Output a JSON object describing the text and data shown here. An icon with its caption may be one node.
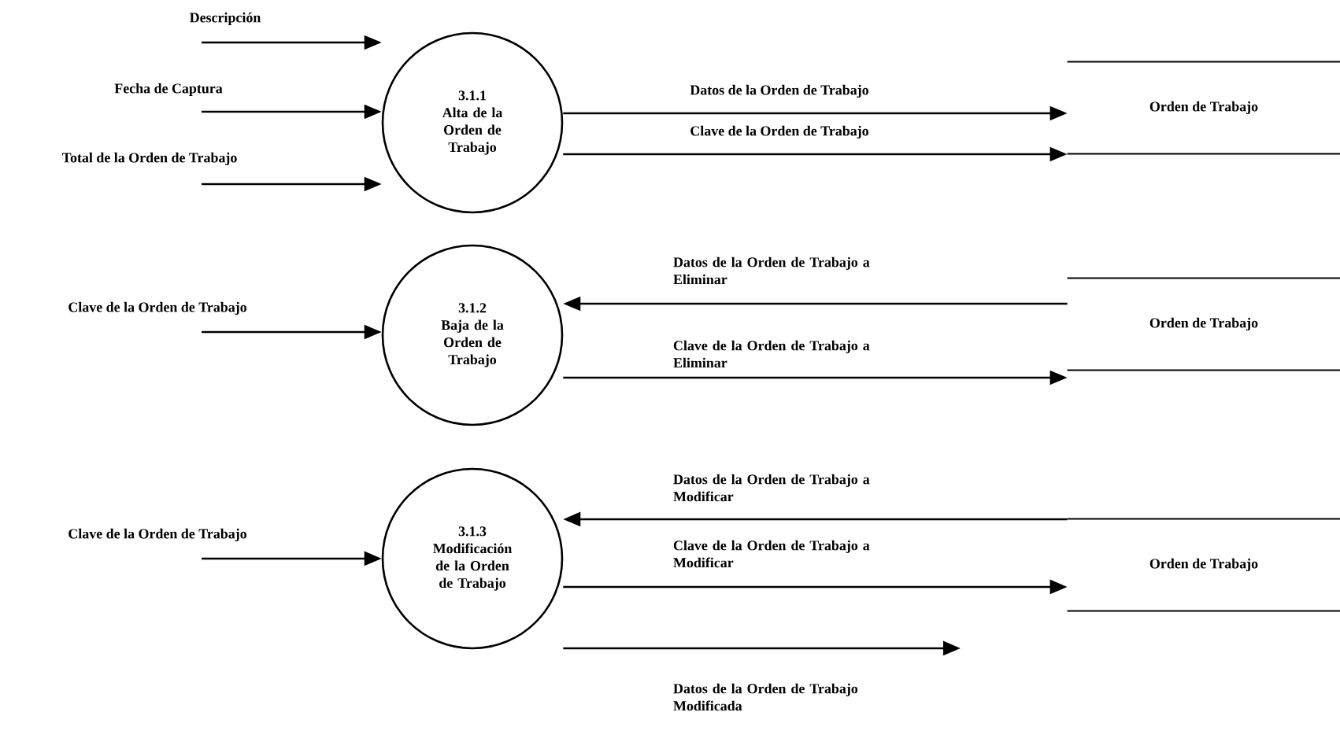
{
  "diagram": {
    "nodes": [
      {
        "text": [
          "3.1.1",
          "Alta de la Orden de Trabajo"
        ]
      },
      {
        "text": [
          "Orden de Trabajo"
        ]
      },
      {
        "text": [
          "3.1.2",
          "Baja de la Orden de Trabajo"
        ]
      },
      {
        "text": [
          "Orden de Trabajo"
        ]
      },
      {
        "text": [
          "3.1.3",
          "Modificación de la Orden de Trabajo"
        ]
      },
      {
        "text": [
          "Orden de Trabajo"
        ]
      }
    ],
    "edges": [
      {
        "from": null,
        "to": 0,
        "arrow": "to",
        "label": "Descripción"
      },
      {
        "from": null,
        "to": 0,
        "arrow": "to",
        "label": "Fecha de Captura"
      },
      {
        "from": null,
        "to": 0,
        "arrow": "to",
        "label": "Total de la Orden de Trabajo"
      },
      {
        "from": 0,
        "to": 1,
        "arrow": "to",
        "label": "Datos de la Orden de Trabajo"
      },
      {
        "from": 0,
        "to": 1,
        "arrow": "to",
        "label": "Clave de la Orden de Trabajo"
      },
      {
        "from": null,
        "to": 2,
        "arrow": "to",
        "label": "Clave de la Orden de Trabajo"
      },
      {
        "from": 3,
        "to": 2,
        "arrow": "to",
        "label": "Datos de la Orden de Trabajo a Eliminar"
      },
      {
        "from": 2,
        "to": 3,
        "arrow": "to",
        "label": "Clave de la Orden de Trabajo a Eliminar"
      },
      {
        "from": null,
        "to": 4,
        "arrow": "to",
        "label": "Clave de la Orden de Trabajo"
      },
      {
        "from": 5,
        "to": 4,
        "arrow": "to",
        "label": "Datos de la Orden de Trabajo a Modificar"
      },
      {
        "from": 4,
        "to": 5,
        "arrow": "to",
        "label": "Clave de la Orden de Trabajo a Modificar"
      },
      {
        "from": 4,
        "to": null,
        "arrow": "to",
        "label": "Datos de la Orden de Trabajo Modificada"
      }
    ]
  }
}
